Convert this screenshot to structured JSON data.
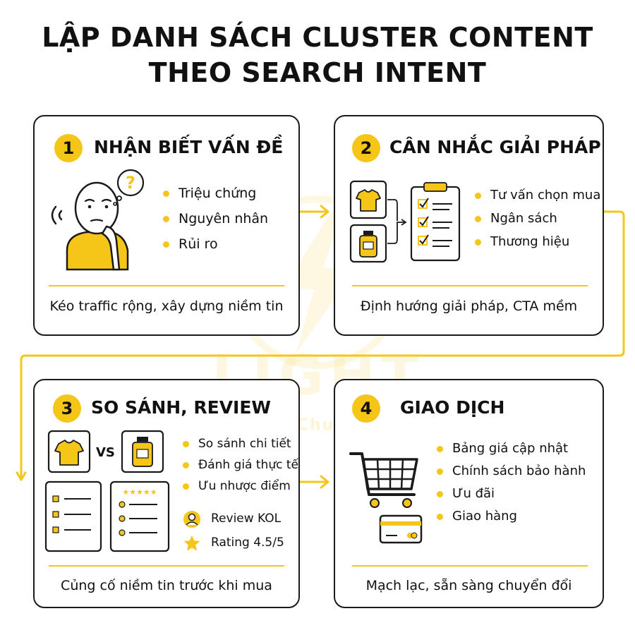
{
  "title": {
    "line1": "LẬP DANH SÁCH CLUSTER CONTENT",
    "line2": "THEO SEARCH INTENT"
  },
  "watermark": {
    "brand": "LIGHT",
    "tagline": "Nhanh - Chuẩn - Đẹp"
  },
  "colors": {
    "accent": "#f5c518",
    "border": "#1a1a1a",
    "text": "#111111"
  },
  "steps": [
    {
      "number": "1",
      "title": "NHẬN BIẾT VẤN ĐỀ",
      "icon": "confused-person-icon",
      "bullets": [
        "Triệu chứng",
        "Nguyên nhân",
        "Rủi ro"
      ],
      "summary": "Kéo traffic rộng, xây dựng niềm tin"
    },
    {
      "number": "2",
      "title": "CÂN NHẮC GIẢI PHÁP",
      "icon": "product-checklist-icon",
      "bullets": [
        "Tư vấn chọn mua",
        "Ngân sách",
        "Thương hiệu"
      ],
      "summary": "Định hướng giải pháp, CTA mềm"
    },
    {
      "number": "3",
      "title": "SO SÁNH, REVIEW",
      "icon": "compare-products-icon",
      "vs_label": "VS",
      "bullets": [
        "So sánh chi tiết",
        "Đánh giá thực tế",
        "Ưu nhược điểm"
      ],
      "extras": [
        {
          "icon": "user-icon",
          "label": "Review KOL"
        },
        {
          "icon": "star-icon",
          "label": "Rating 4.5/5"
        }
      ],
      "summary": "Củng cố niềm tin trước khi mua"
    },
    {
      "number": "4",
      "title": "GIAO DỊCH",
      "icon": "shopping-cart-icon",
      "bullets": [
        "Bảng giá cập nhật",
        "Chính sách bảo hành",
        "Ưu đãi",
        "Giao hàng"
      ],
      "summary": "Mạch lạc, sẵn sàng chuyển đổi"
    }
  ]
}
